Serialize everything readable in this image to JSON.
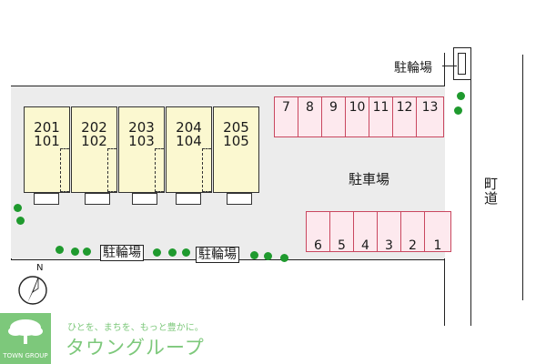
{
  "units": [
    {
      "upper": "201",
      "lower": "101"
    },
    {
      "upper": "202",
      "lower": "102"
    },
    {
      "upper": "203",
      "lower": "103"
    },
    {
      "upper": "204",
      "lower": "104"
    },
    {
      "upper": "205",
      "lower": "105"
    }
  ],
  "parking_top": [
    "7",
    "8",
    "9",
    "10",
    "11",
    "12",
    "13"
  ],
  "parking_bottom": [
    "6",
    "5",
    "4",
    "3",
    "2",
    "1"
  ],
  "labels": {
    "parking_lot": "駐車場",
    "bike_parking": "駐輪場",
    "street": "町道",
    "north": "N"
  },
  "brand": {
    "tagline": "ひとを、まちを、もっと豊かに。",
    "name": "タウングループ",
    "logo_text": "TOWN GROUP"
  },
  "colors": {
    "unit_fill": "#fbf8d0",
    "parking_fill": "#fde9ee",
    "parking_border": "#c9475f",
    "tree": "#1f9a2e",
    "site_fill": "#ececec",
    "brand": "#7dc87b"
  }
}
